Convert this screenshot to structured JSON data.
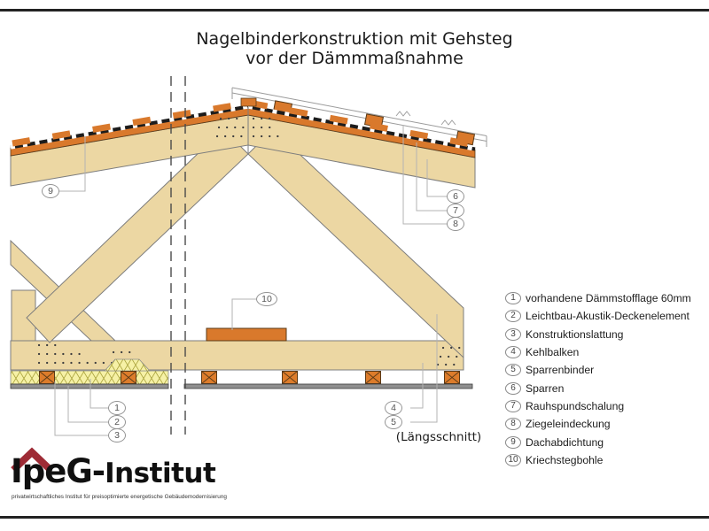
{
  "title": {
    "line1": "Nagelbinderkonstruktion mit Gehsteg",
    "line2": "vor der Dämmmaßnahme"
  },
  "legend": {
    "items": [
      {
        "num": "1",
        "label": "vorhandene Dämmstofflage 60mm"
      },
      {
        "num": "2",
        "label": "Leichtbau-Akustik-Deckenelement"
      },
      {
        "num": "3",
        "label": "Konstruktionslattung"
      },
      {
        "num": "4",
        "label": "Kehlbalken"
      },
      {
        "num": "5",
        "label": "Sparrenbinder"
      },
      {
        "num": "6",
        "label": "Sparren"
      },
      {
        "num": "7",
        "label": "Rauhspundschalung"
      },
      {
        "num": "8",
        "label": "Ziegeleindeckung"
      },
      {
        "num": "9",
        "label": "Dachabdichtung"
      },
      {
        "num": "10",
        "label": "Kriechstegbohle"
      }
    ]
  },
  "drawing": {
    "section_label": "(Längsschnitt)",
    "callouts": {
      "c1": "1",
      "c2": "2",
      "c3": "3",
      "c4": "4",
      "c5": "5",
      "c6": "6",
      "c7": "7",
      "c8": "8",
      "c9": "9",
      "c10": "10"
    }
  },
  "logo": {
    "name_part1": "IpeG-",
    "name_part2": "Institut",
    "tagline": "privatwirtschaftliches Institut für preisoptimierte energetische Gebäudemodernisierung"
  },
  "colors": {
    "wood": "#ecd7a3",
    "orange": "#d9792c",
    "roofing_black": "#1c1c1c",
    "insulation_yellow": "#f6f1a6",
    "deck_gray": "#8f8f8f",
    "outline_gray": "#7d7d7d",
    "callout_gray": "#9a9a9a",
    "logo_red": "#9e2b35"
  }
}
